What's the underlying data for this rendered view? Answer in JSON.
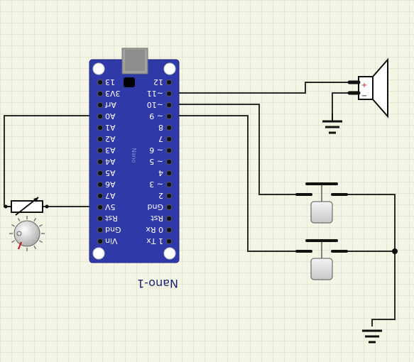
{
  "canvas": {
    "background": "#f5f5e6",
    "grid_color": "#d9d9c4"
  },
  "board": {
    "color": "#2f3aa8",
    "connector_color": "#a0a0a0",
    "label": "Nano-1",
    "chip_text": "Nano",
    "left_pins": [
      "13",
      "3V3",
      "Arf",
      "A0",
      "A1",
      "A2",
      "A3",
      "A4",
      "A5",
      "A6",
      "A7",
      "5V",
      "Rst",
      "Gnd",
      "Vin"
    ],
    "right_pins": [
      "12",
      "~11",
      "~10",
      "~ 9",
      "8",
      "7",
      "~ 6",
      "~ 5",
      "4",
      "~ 3",
      "2",
      "Gnd",
      "Rst",
      "0  Rx",
      "1  Tx"
    ]
  },
  "speaker": {
    "plus": "+",
    "minus": "−"
  },
  "components": [
    "potentiometer",
    "knob",
    "speaker",
    "push-button-1",
    "push-button-2",
    "ground-1",
    "ground-2"
  ]
}
